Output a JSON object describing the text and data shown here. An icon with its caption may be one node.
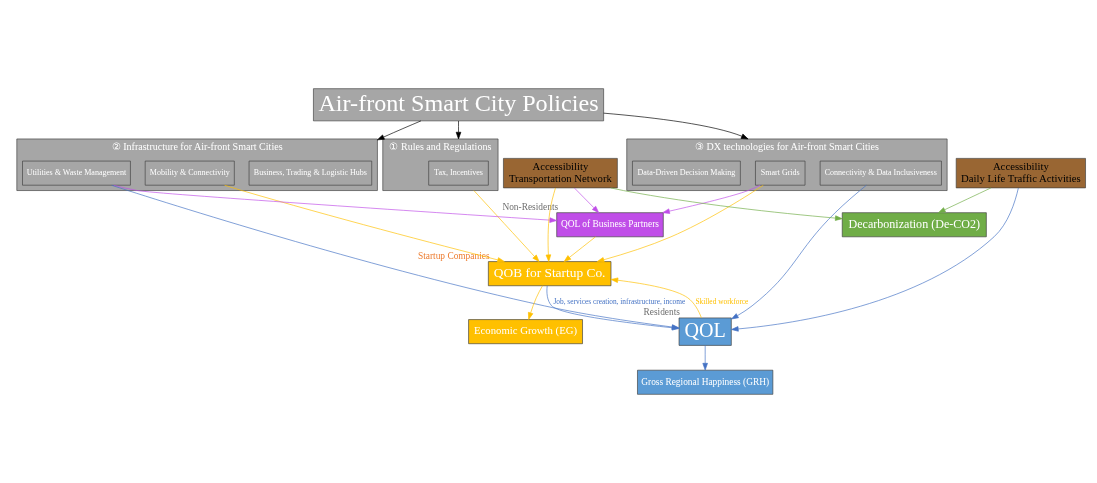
{
  "diagram": {
    "nodes": [
      {
        "text": [
          "Air-front Smart City Policies"
        ]
      },
      {
        "text": [
          "① Rules and Regulations"
        ]
      },
      {
        "text": [
          "Tax, Incentives"
        ],
        "in": 1
      },
      {
        "text": [
          "② Infrastructure for Air-front Smart Cities"
        ]
      },
      {
        "text": [
          "Business, Trading & Logistic Hubs"
        ],
        "in": 3
      },
      {
        "text": [
          "Mobility & Connectivity"
        ],
        "in": 3
      },
      {
        "text": [
          "Utilities & Waste Management"
        ],
        "in": 3
      },
      {
        "text": [
          "③ DX technologies for Air-front Smart Cities"
        ]
      },
      {
        "text": [
          "Smart Grids"
        ],
        "in": 7
      },
      {
        "text": [
          "Connectivity & Data Inclusiveness"
        ],
        "in": 7
      },
      {
        "text": [
          "Data-Driven Decision Making"
        ],
        "in": 7
      },
      {
        "text": [
          "Accessibility",
          "Transportation Network"
        ]
      },
      {
        "text": [
          "Accessibility",
          "Daily Life Traffic Activities"
        ]
      },
      {
        "text": [
          "QOL of Business Partners"
        ],
        "beside": [
          "Non-Residents"
        ]
      },
      {
        "text": [
          "QOB for Startup Co."
        ],
        "beside": [
          "Startup Companies"
        ]
      },
      {
        "text": [
          "QOL"
        ],
        "beside": [
          "Residents"
        ]
      },
      {
        "text": [
          "Economic Growth (EG)"
        ]
      },
      {
        "text": [
          "Gross Regional Happiness (GRH)"
        ]
      },
      {
        "text": [
          "Decarbonization (De-CO2)"
        ]
      }
    ],
    "edges": [
      {
        "from": 0,
        "to": 1,
        "arrow": "to",
        "color": "#000000"
      },
      {
        "from": 0,
        "to": 3,
        "arrow": "to",
        "color": "#000000"
      },
      {
        "from": 0,
        "to": 7,
        "arrow": "to",
        "color": "#000000"
      },
      {
        "from": 1,
        "to": 14,
        "arrow": "to",
        "color": "#ffc000"
      },
      {
        "from": 5,
        "to": 14,
        "arrow": "to",
        "color": "#ffc000"
      },
      {
        "from": 6,
        "to": 13,
        "arrow": "to",
        "color": "#c04ee8"
      },
      {
        "from": 6,
        "to": 15,
        "arrow": "to",
        "color": "#4472c4"
      },
      {
        "from": 8,
        "to": 13,
        "arrow": "to",
        "color": "#c04ee8"
      },
      {
        "from": 8,
        "to": 14,
        "arrow": "to",
        "color": "#ffc000"
      },
      {
        "from": 9,
        "to": 15,
        "arrow": "to",
        "color": "#4472c4"
      },
      {
        "from": 11,
        "to": 13,
        "arrow": "to",
        "color": "#c04ee8"
      },
      {
        "from": 11,
        "to": 14,
        "arrow": "to",
        "color": "#ffc000"
      },
      {
        "from": 11,
        "to": 18,
        "arrow": "to",
        "color": "#70ad47"
      },
      {
        "from": 12,
        "to": 15,
        "arrow": "to",
        "color": "#4472c4"
      },
      {
        "from": 12,
        "to": 18,
        "arrow": "to",
        "color": "#70ad47"
      },
      {
        "from": 13,
        "to": 14,
        "arrow": "to",
        "color": "#ffc000"
      },
      {
        "from": 14,
        "to": 15,
        "arrow": "to",
        "label": "Job, services creation, infrastructure, income",
        "color": "#4472c4"
      },
      {
        "from": 15,
        "to": 14,
        "arrow": "to",
        "label": "Skilled workforce",
        "color": "#ffc000"
      },
      {
        "from": 14,
        "to": 16,
        "arrow": "to",
        "color": "#ffc000"
      },
      {
        "from": 15,
        "to": 17,
        "arrow": "to",
        "color": "#4472c4"
      }
    ]
  }
}
